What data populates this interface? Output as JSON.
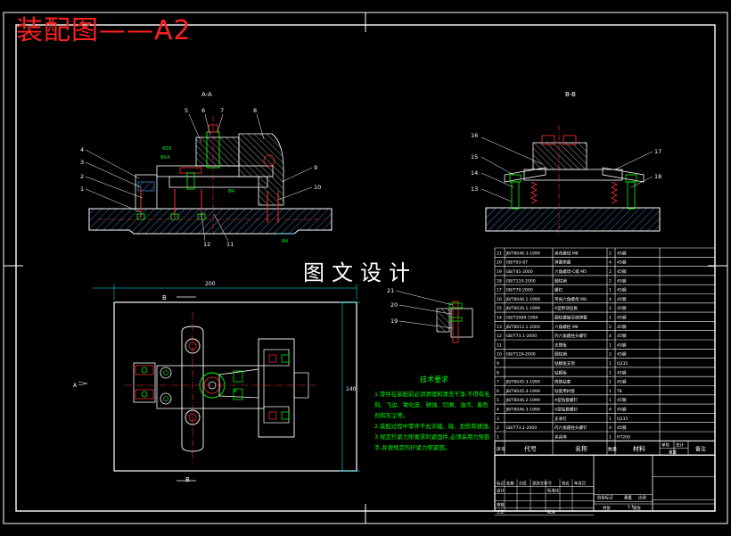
{
  "stamp": "装配图——A2",
  "watermark": "图文设计",
  "views": {
    "aa": "A-A",
    "bb": "B-B"
  },
  "section_marks": {
    "b_top": "B",
    "b_bottom": "B"
  },
  "dimensions": {
    "width": "200",
    "height": "140"
  },
  "callouts_aa": [
    "5",
    "6",
    "7",
    "8",
    "4",
    "3",
    "2",
    "1",
    "9",
    "10",
    "12",
    "11"
  ],
  "callouts_bb": [
    "16",
    "15",
    "14",
    "13",
    "17",
    "18"
  ],
  "callouts_detail": [
    "21",
    "20",
    "19"
  ],
  "tech": {
    "title": "技术要求",
    "lines": [
      "1.零件在装配前必须清理和清洗干净,不得有毛刺、飞边、氧化皮、锈蚀、切屑、油污、着色剂和灰尘等。",
      "2.装配过程中零件不允许磕、碰、划伤和锈蚀。",
      "3.规定拧紧力矩要求的紧固件,必须采用力矩扳手,并按规定的拧紧力矩紧固。"
    ]
  },
  "bom": {
    "rows": [
      [
        "21",
        "JB/T8046.3-1999",
        "滚花螺母 M8",
        "2",
        "45钢"
      ],
      [
        "20",
        "GB/T93-87",
        "弹簧垫圈",
        "4",
        "45钢"
      ],
      [
        "19",
        "GB/T41-2000",
        "六角螺母-C级 M5",
        "2",
        "45钢"
      ],
      [
        "18",
        "GB/T119-2000",
        "圆柱销",
        "2",
        "45钢"
      ],
      [
        "17",
        "GB/T70-2000",
        "螺钉",
        "1",
        "45钢"
      ],
      [
        "16",
        "JB/T8046.1-1999",
        "带肩六角螺母 M8",
        "4",
        "45钢"
      ],
      [
        "15",
        "JB/T8026.1-1999",
        "A型移动压板",
        "2",
        "45钢"
      ],
      [
        "14",
        "GB/T2089-1994",
        "圆柱螺旋压缩弹簧",
        "1",
        "45钢"
      ],
      [
        "13",
        "JB/T8012.1-2000",
        "六角螺栓 M6",
        "2",
        "45钢"
      ],
      [
        "12",
        "GB/T73.1-2000",
        "内六角圆柱头螺钉",
        "4",
        "45钢"
      ],
      [
        "11",
        "",
        "支撑板",
        "1",
        "45钢"
      ],
      [
        "10",
        "GB/T119-2000",
        "圆柱销",
        "2",
        "45钢"
      ],
      [
        "9",
        "",
        "钻模板支架",
        "1",
        "Q235"
      ],
      [
        "8",
        "",
        "钻模板",
        "1",
        "45钢"
      ],
      [
        "7",
        "JB/T8045.3-1999",
        "快换钻套",
        "1",
        "45钢"
      ],
      [
        "6",
        "JB/T8045.4-1999",
        "钻套用衬套",
        "1",
        "T8"
      ],
      [
        "5",
        "JB/T8046.2-1999",
        "A型钻套螺钉",
        "1",
        "45钢"
      ],
      [
        "4",
        "JB/T8046.3-1999",
        "A型钻套螺钉",
        "4",
        "45钢"
      ],
      [
        "3",
        "",
        "支承钉",
        "1",
        "Q235"
      ],
      [
        "2",
        "GB/T73.1-2000",
        "内六角圆柱头螺钉",
        "4",
        "45钢"
      ],
      [
        "1",
        "",
        "夹具体",
        "1",
        "HT200"
      ]
    ],
    "headers": [
      "序号",
      "代号",
      "名称",
      "数量",
      "材料",
      "单件",
      "总计",
      "备注"
    ],
    "weight_label": "重量",
    "title_block": [
      "标记",
      "处数",
      "分区",
      "更改文件号",
      "签名",
      "年月日",
      "设计",
      "标准化",
      "审核",
      "工艺",
      "批准",
      "阶段标记",
      "重量",
      "比例",
      "共张",
      "第张"
    ],
    "scale": "1:1"
  },
  "colors": {
    "outline": "#ffffff",
    "body": "#4aa3ff",
    "hatch": "#4aa3ff",
    "parts": "#00ff00",
    "accent": "#ff3030",
    "dim": "#00ffff",
    "text": "#ffffff"
  }
}
